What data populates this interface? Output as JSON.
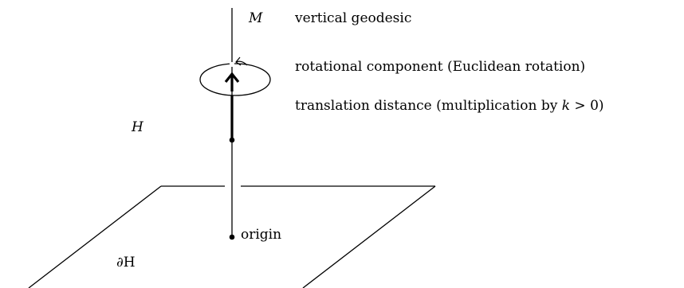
{
  "labels": {
    "M": "M",
    "vertical_geodesic": "vertical geodesic",
    "rotational": "rotational component (Euclidean rotation)",
    "translation_prefix": "translation distance (multiplication by ",
    "translation_var": "k",
    "translation_suffix": " > 0)",
    "H": "H",
    "origin": "origin",
    "boundary": "∂H"
  }
}
